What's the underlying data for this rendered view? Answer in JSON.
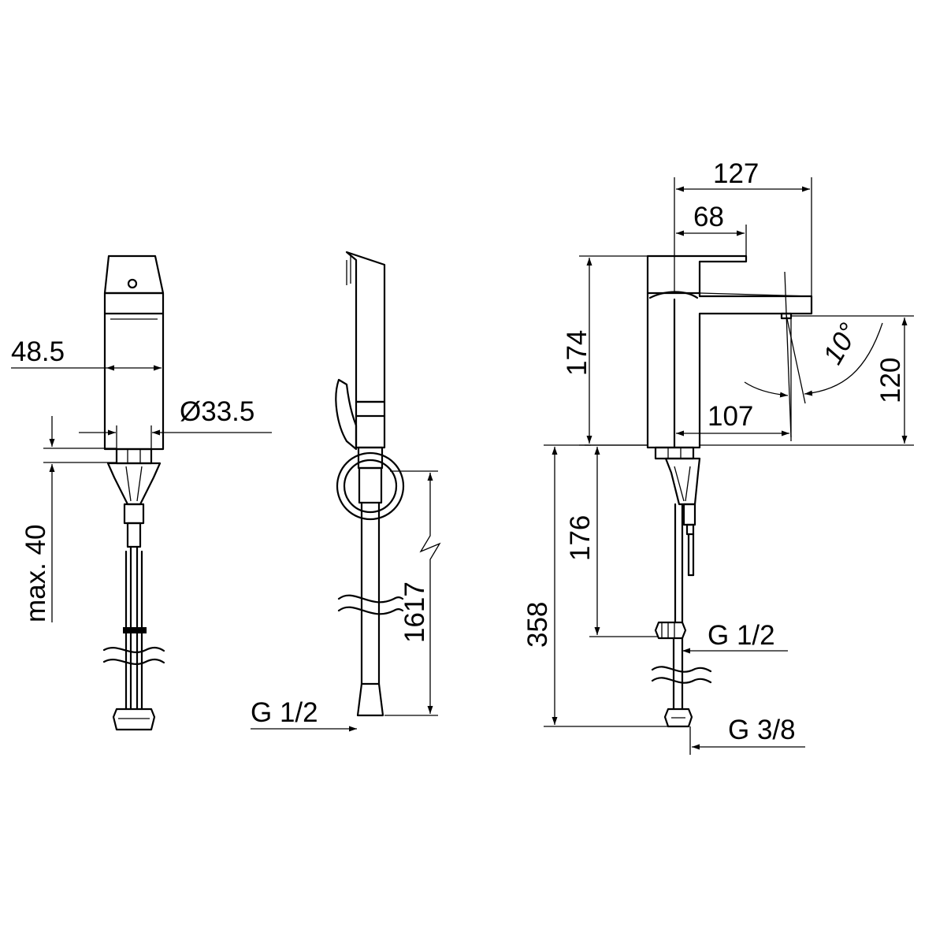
{
  "diagram": {
    "side_view_dimensions": {
      "width": "48.5",
      "diameter": "Ø33.5",
      "max_thickness": "max. 40"
    },
    "hand_shower_dimensions": {
      "hose_length": "1617",
      "thread": "G 1/2"
    },
    "front_view_dimensions": {
      "projection": "127",
      "handle": "68",
      "height_top": "174",
      "outlet_height": "120",
      "angle": "10°",
      "spout_reach": "107",
      "depth_to_connector": "176",
      "total_below": "358",
      "thread_top": "G 1/2",
      "thread_bottom": "G 3/8"
    }
  }
}
